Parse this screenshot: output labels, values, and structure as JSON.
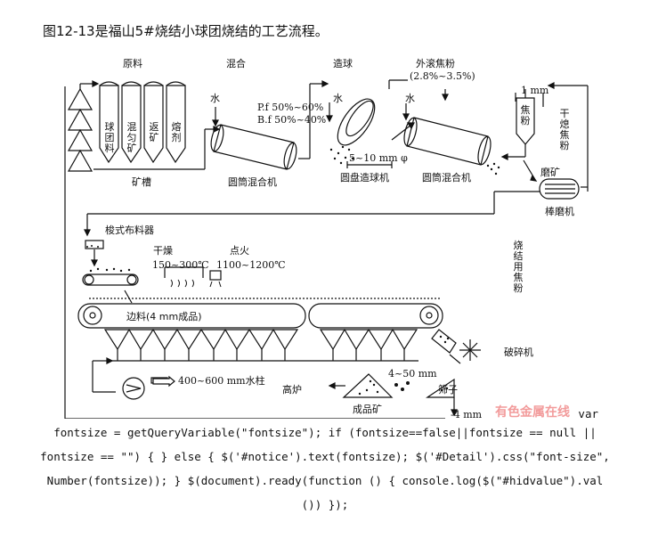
{
  "title": "图12-13是福山5#烧结小球团烧结的工艺流程。",
  "headers": {
    "raw_material": "原料",
    "mixing": "混合",
    "pelletizing": "造球",
    "coke_outer": "外滚焦粉",
    "coke_range": "(2.8%~3.5%)"
  },
  "labels": {
    "water1": "水",
    "water2": "水",
    "water3": "水",
    "pf1": "P.f 50%~60%",
    "pf2": "B.f 50%~40%",
    "ore_bin": "矿槽",
    "drum_mixer1": "圆筒混合机",
    "disc_pelletizer": "圆盘造球机",
    "drum_mixer2": "圆筒混合机",
    "pellet_size": "5~10 mm φ",
    "mm1": "1 mm",
    "coke_bin": "焦粉",
    "dry_coke": "干熄焦粉",
    "grinding": "磨矿",
    "rod_mill": "棒磨机",
    "shuttle": "梭式布料器",
    "drying": "干燥",
    "drying_temp": "150~300℃",
    "ignition": "点火",
    "ignition_temp": "1100~1200℃",
    "hearth": "边料(4 mm成品)",
    "sinter_coke": "烧结用焦粉",
    "crusher": "破碎机",
    "fan": "400~600 mm水柱",
    "blast_furnace": "高炉",
    "product_size": "4~50 mm",
    "screen": "筛子",
    "product_ore": "成品矿",
    "fines": "-4 mm"
  },
  "bins": [
    "球团料",
    "混匀矿",
    "返矿",
    "熔剂"
  ],
  "watermark": "有色金属在线",
  "code": {
    "line0": "var",
    "line1": "fontsize = getQueryVariable(\"fontsize\"); if (fontsize==false||fontsize == null ||",
    "line2": "fontsize == \"\") { } else { $('#notice').text(fontsize); $('#Detail').css(\"font-size\",",
    "line3": "Number(fontsize)); } $(document).ready(function () { console.log($(\"#hidvalue\").val",
    "line4": "()) });"
  }
}
